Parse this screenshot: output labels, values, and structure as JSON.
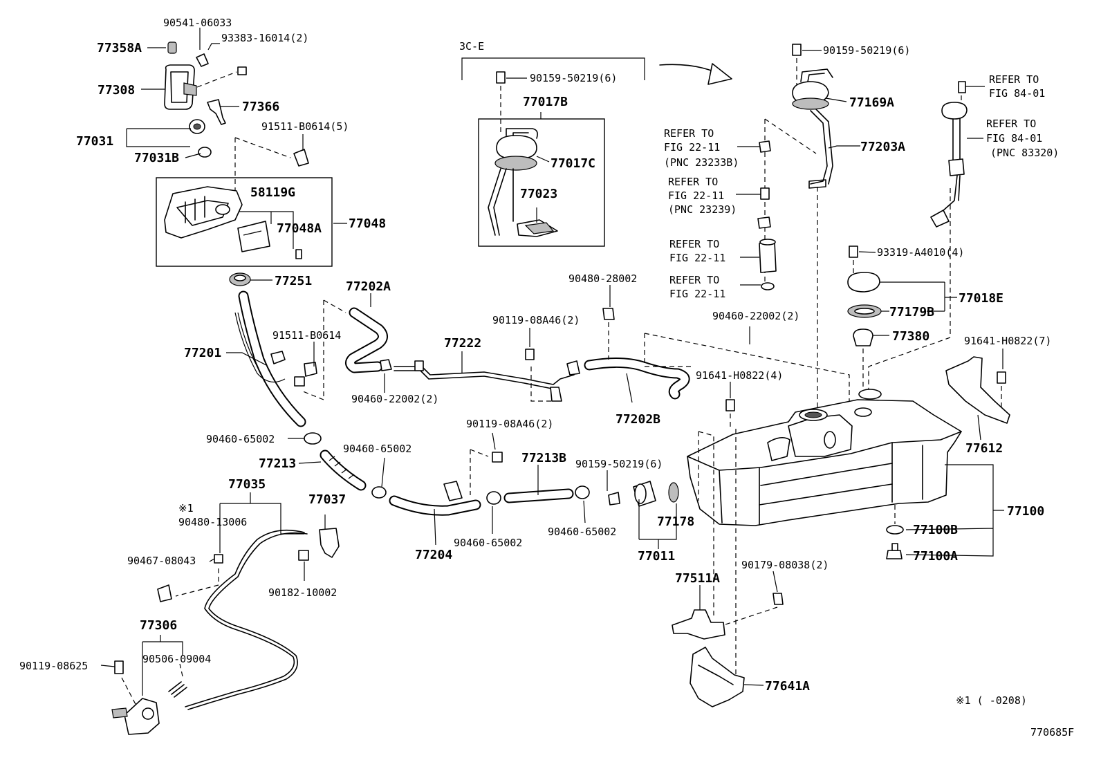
{
  "diagram_code": "770685F",
  "footnote": "※1 (      -0208)",
  "note_mark": "※1",
  "group_label": "3C-E",
  "labels": {
    "l77358A": "77358A",
    "l90541_06033": "90541-06033",
    "l93383_16014": "93383-16014(2)",
    "l77308": "77308",
    "l77366": "77366",
    "l77031": "77031",
    "l77031B": "77031B",
    "l91511_B0614_5": "91511-B0614(5)",
    "l58119G": "58119G",
    "l77048A": "77048A",
    "l77048": "77048",
    "l77251": "77251",
    "l77201": "77201",
    "l91511_B0614": "91511-B0614",
    "l77202A": "77202A",
    "l77222": "77222",
    "l90460_22002_a": "90460-22002(2)",
    "l90119_08A46_a": "90119-08A46(2)",
    "l90480_28002": "90480-28002",
    "l77202B": "77202B",
    "l90460_65002_a": "90460-65002",
    "l77213": "77213",
    "l90460_65002_b": "90460-65002",
    "l90119_08A46_b": "90119-08A46(2)",
    "l77213B": "77213B",
    "l90159_50219_c": "90159-50219(6)",
    "l77035": "77035",
    "l77037": "77037",
    "l90480_13006": "90480-13006",
    "l90467_08043": "90467-08043",
    "l90182_10002": "90182-10002",
    "l77204": "77204",
    "l90460_65002_c": "90460-65002",
    "l90460_65002_d": "90460-65002",
    "l77011": "77011",
    "l77178": "77178",
    "l77306": "77306",
    "l90506_09004": "90506-09004",
    "l90119_08625": "90119-08625",
    "l90159_50219_a": "90159-50219(6)",
    "l77017B": "77017B",
    "l77017C": "77017C",
    "l77023": "77023",
    "l90159_50219_b": "90159-50219(6)",
    "l77169A": "77169A",
    "l77203A": "77203A",
    "ref1a": "REFER TO",
    "ref1b": "FIG 22-11",
    "ref1c": "(PNC 23233B)",
    "ref2a": "REFER TO",
    "ref2b": "FIG 22-11",
    "ref2c": "(PNC 23239)",
    "ref3a": "REFER TO",
    "ref3b": "FIG 22-11",
    "ref4a": "REFER TO",
    "ref4b": "FIG 22-11",
    "ref5a": "REFER TO",
    "ref5b": "FIG 84-01",
    "ref6a": "REFER TO",
    "ref6b": "FIG 84-01",
    "ref6c": "(PNC 83320)",
    "l93319_A4010": "93319-A4010(4)",
    "l77179B": "77179B",
    "l77018E": "77018E",
    "l77380": "77380",
    "l90460_22002_b": "90460-22002(2)",
    "l91641_H0822_7": "91641-H0822(7)",
    "l91641_H0822_4": "91641-H0822(4)",
    "l77612": "77612",
    "l77100": "77100",
    "l77100B": "77100B",
    "l77100A": "77100A",
    "l90179_08038": "90179-08038(2)",
    "l77511A": "77511A",
    "l77641A": "77641A"
  }
}
